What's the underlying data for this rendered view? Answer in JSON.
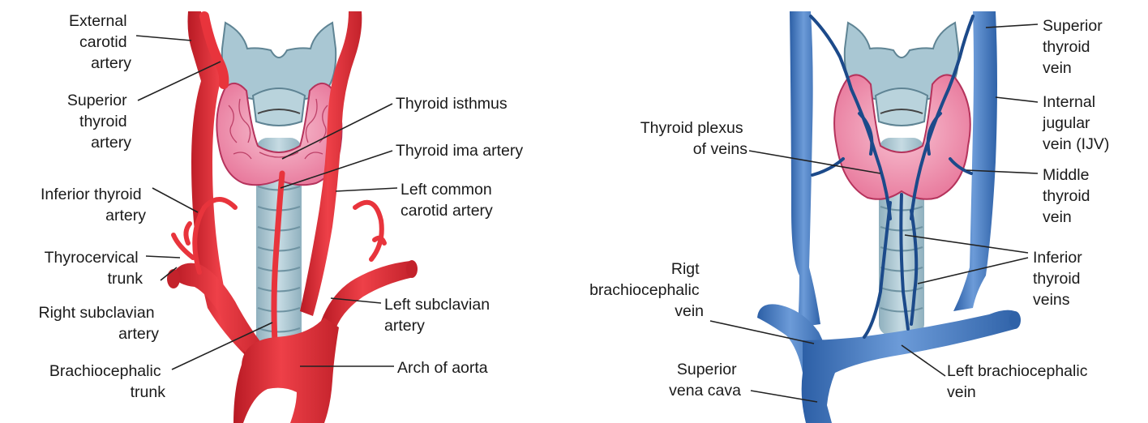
{
  "colors": {
    "artery": "#e8343c",
    "artery_dark": "#a9141d",
    "vein": "#3f78c4",
    "vein_dark": "#1c4a8a",
    "vein_light": "#8fb4e2",
    "thyroid": "#f19ab4",
    "thyroid_dark": "#b5335c",
    "cartilage": "#a8c6d2",
    "cartilage_dark": "#5f8494",
    "leader": "#222222"
  },
  "arteries_panel": {
    "labels": {
      "external_carotid": [
        "External",
        "carotid",
        "artery"
      ],
      "superior_thyroid_artery": [
        "Superior",
        "thyroid",
        "artery"
      ],
      "inferior_thyroid_artery": [
        "Inferior thyroid",
        "artery"
      ],
      "thyrocervical_trunk": [
        "Thyrocervical",
        "trunk"
      ],
      "right_subclavian": [
        "Right subclavian",
        "artery"
      ],
      "brachiocephalic_trunk": [
        "Brachiocephalic",
        "trunk"
      ],
      "thyroid_isthmus": [
        "Thyroid isthmus"
      ],
      "thyroid_ima_artery": [
        "Thyroid ima artery"
      ],
      "left_common_carotid": [
        "Left common",
        "carotid artery"
      ],
      "left_subclavian": [
        "Left subclavian",
        "artery"
      ],
      "arch_of_aorta": [
        "Arch of aorta"
      ]
    }
  },
  "veins_panel": {
    "labels": {
      "superior_thyroid_vein": [
        "Superior",
        "thyroid",
        "vein"
      ],
      "internal_jugular_vein": [
        "Internal",
        "jugular",
        "vein (IJV)"
      ],
      "thyroid_plexus": [
        "Thyroid plexus",
        "of veins"
      ],
      "middle_thyroid_vein": [
        "Middle",
        "thyroid",
        "vein"
      ],
      "inferior_thyroid_veins": [
        "Inferior",
        "thyroid",
        "veins"
      ],
      "right_brachiocephalic_vein": [
        "Rigt",
        "brachiocephalic",
        "vein"
      ],
      "superior_vena_cava": [
        "Superior",
        "vena cava"
      ],
      "left_brachiocephalic_vein": [
        "Left brachiocephalic",
        "vein"
      ]
    }
  }
}
